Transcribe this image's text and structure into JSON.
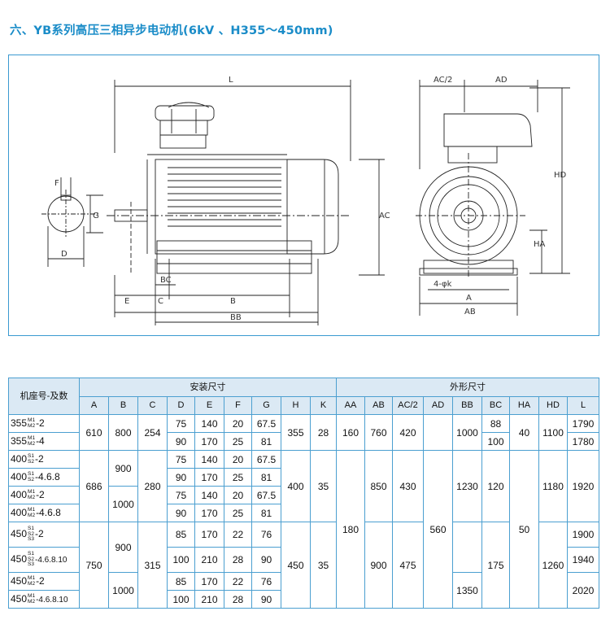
{
  "heading": "六、YB系列高压三相异步电动机(6kV 、H355～450mm)",
  "drawing": {
    "labels": {
      "L": "L",
      "AC2": "AC/2",
      "AD": "AD",
      "HD": "HD",
      "HA": "HA",
      "AC": "AC",
      "F": "F",
      "G": "G",
      "D": "D",
      "E": "E",
      "C": "C",
      "BC": "BC",
      "B": "B",
      "BB": "BB",
      "K": "4-φk",
      "A": "A",
      "AB": "AB"
    }
  },
  "table": {
    "group_mount": "安装尺寸",
    "group_outline": "外形尺寸",
    "col_model": "机座号-及数",
    "columns": [
      "A",
      "B",
      "C",
      "D",
      "E",
      "F",
      "G",
      "H",
      "K",
      "AA",
      "AB",
      "AC/2",
      "AD",
      "BB",
      "BC",
      "HA",
      "HD",
      "L"
    ],
    "rows": [
      {
        "frame": "355",
        "sub": [
          "M1",
          "M2"
        ],
        "suffix": "-2"
      },
      {
        "frame": "355",
        "sub": [
          "M1",
          "M2"
        ],
        "suffix": "-4"
      },
      {
        "frame": "400",
        "sub": [
          "S1",
          "S2"
        ],
        "suffix": "-2"
      },
      {
        "frame": "400",
        "sub": [
          "S1",
          "S2"
        ],
        "suffix": "-4.6.8"
      },
      {
        "frame": "400",
        "sub": [
          "M1",
          "M2"
        ],
        "suffix": "-2"
      },
      {
        "frame": "400",
        "sub": [
          "M1",
          "M2"
        ],
        "suffix": "-4.6.8"
      },
      {
        "frame": "450",
        "sub": [
          "S1",
          "S2",
          "S3"
        ],
        "suffix": "-2"
      },
      {
        "frame": "450",
        "sub": [
          "S1",
          "S2",
          "S3"
        ],
        "suffix": "-4.6.8.10"
      },
      {
        "frame": "450",
        "sub": [
          "M1",
          "M2"
        ],
        "suffix": "-2"
      },
      {
        "frame": "450",
        "sub": [
          "M1",
          "M2"
        ],
        "suffix": "-4.6.8.10"
      }
    ],
    "cells": {
      "A_355": "610",
      "B_355": "800",
      "C_355": "254",
      "H_355": "355",
      "K_355": "28",
      "D": [
        "75",
        "90",
        "75",
        "90",
        "75",
        "90",
        "85",
        "100",
        "85",
        "100"
      ],
      "E": [
        "140",
        "170",
        "140",
        "170",
        "140",
        "170",
        "170",
        "210",
        "170",
        "210"
      ],
      "F": [
        "20",
        "25",
        "20",
        "25",
        "20",
        "25",
        "22",
        "28",
        "22",
        "28"
      ],
      "G": [
        "67.5",
        "81",
        "67.5",
        "81",
        "67.5",
        "81",
        "76",
        "90",
        "76",
        "90"
      ],
      "A_400": "686",
      "B_400S": "900",
      "B_400M": "1000",
      "C_400": "280",
      "H_400": "400",
      "K_400": "35",
      "A_450": "750",
      "B_450S": "900",
      "B_450M": "1000",
      "C_450": "315",
      "H_450": "450",
      "K_450": "35",
      "AA_355": "160",
      "AB_355": "760",
      "AC2_355": "420",
      "AA_400450": "180",
      "AB_400": "850",
      "AC2_400": "430",
      "AB_450": "900",
      "AC2_450": "475",
      "AD_400450": "560",
      "BB_355": "1000",
      "BB_400": "1230",
      "BB_450M": "1350",
      "BC_355a": "88",
      "BC_355b": "100",
      "BC_400": "120",
      "BC_450": "175",
      "HA_355": "40",
      "HA_400450": "50",
      "HD_355": "1100",
      "HD_400": "1180",
      "HD_450": "1260",
      "L_355a": "1790",
      "L_355b": "1780",
      "L_400": "1920",
      "L_450S2": "1900",
      "L_450S4": "1940",
      "L_450M": "2020"
    }
  }
}
